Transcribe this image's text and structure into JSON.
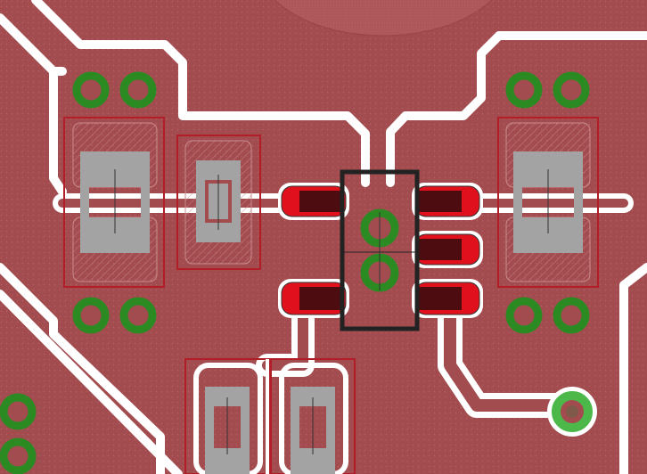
{
  "view": {
    "type": "pcb-layout",
    "description_visible_text": ""
  },
  "colors": {
    "copper_pour": "#a34c50",
    "copper_pour_dot": "#b66063",
    "clearance": "#ffffff",
    "via_ring": "#2b8a22",
    "via_hole": "#a34c50",
    "testpoint_ring": "#4db84a",
    "testpoint_center": "#7f5a4a",
    "smd_pad": "#e0111c",
    "smd_pad_inner": "#4d0d10",
    "silkscreen_outline": "#b11e28",
    "component_body_gray": "#a3a3a3",
    "ic_outline": "#222222",
    "copper_dome": "#b05a5d"
  },
  "components": {
    "left_resistor": {
      "label": ""
    },
    "left_small_cap": {
      "label": ""
    },
    "right_resistor": {
      "label": ""
    },
    "ic": {
      "label": "",
      "pins": 6
    },
    "bottom_caps": {
      "count": 2
    },
    "testpoint": {
      "label": ""
    }
  },
  "vias": {
    "count": 13
  }
}
